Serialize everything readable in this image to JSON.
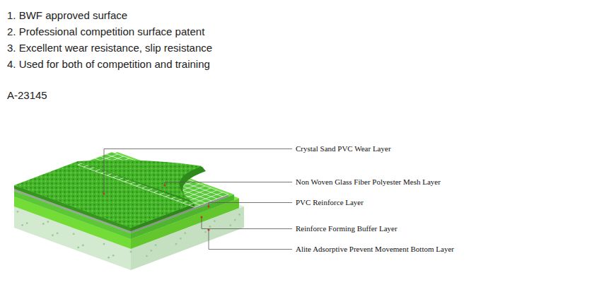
{
  "diagram": {
    "labels": [
      "1. BWF approved surface",
      "2. Professional competition surface patent",
      "3. Excellent wear resistance, slip resistance",
      "4. Used for both of competition and training",
      "A-23145",
      "Crystal Sand PVC Wear Layer",
      "Non Woven Glass Fiber Polyester Mesh Layer",
      "PVC Reinforce Layer",
      "Reinforce Forming Buffer Layer",
      "Alite Adsorptive Prevent Movement Bottom Layer"
    ]
  }
}
